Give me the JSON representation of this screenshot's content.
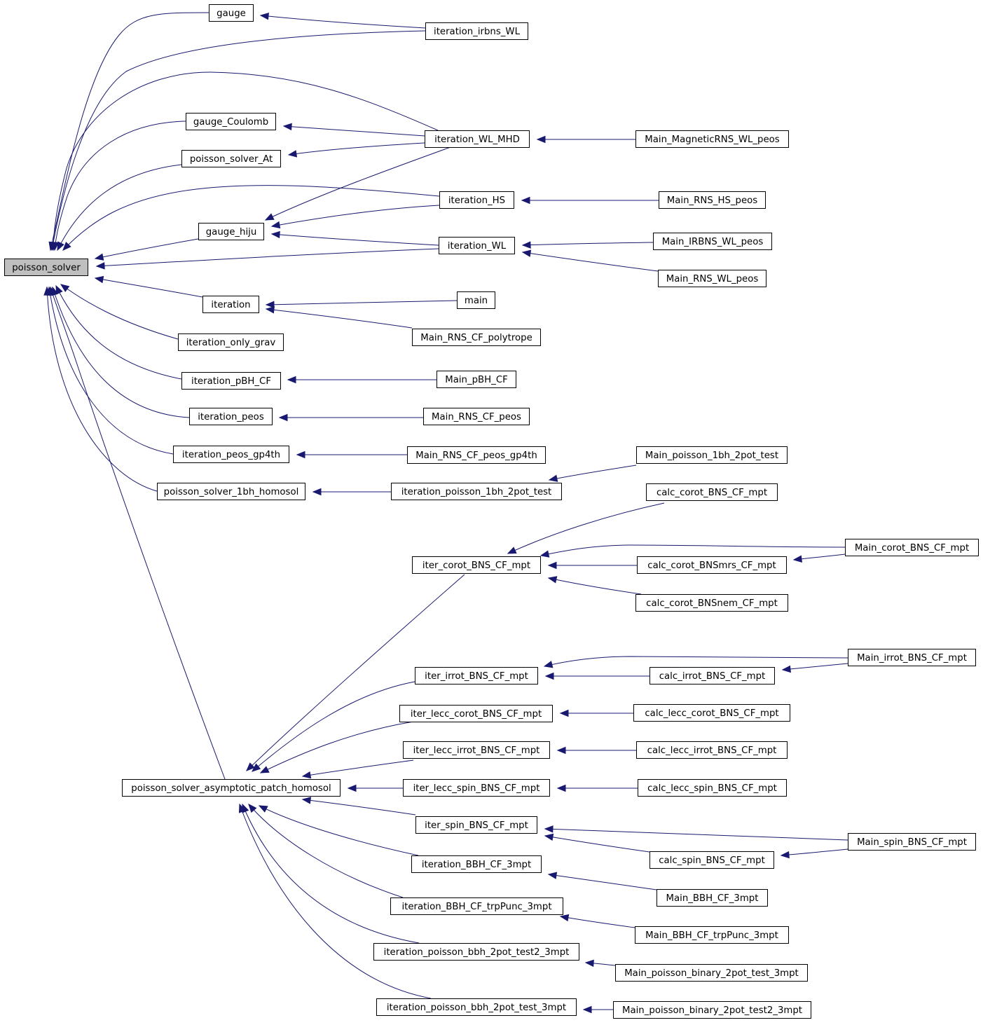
{
  "colors": {
    "edge": "#191970",
    "root_fill": "#bfbfbf",
    "node_fill": "#ffffff",
    "node_stroke": "#000000"
  },
  "nodes": [
    {
      "id": "poisson_solver",
      "label": "poisson_solver",
      "root": true
    },
    {
      "id": "gauge",
      "label": "gauge"
    },
    {
      "id": "iteration_irbns_WL",
      "label": "iteration_irbns_WL"
    },
    {
      "id": "gauge_Coulomb",
      "label": "gauge_Coulomb"
    },
    {
      "id": "iteration_WL_MHD",
      "label": "iteration_WL_MHD"
    },
    {
      "id": "Main_MagneticRNS_WL_peos",
      "label": "Main_MagneticRNS_WL_peos"
    },
    {
      "id": "poisson_solver_At",
      "label": "poisson_solver_At"
    },
    {
      "id": "iteration_HS",
      "label": "iteration_HS"
    },
    {
      "id": "Main_RNS_HS_peos",
      "label": "Main_RNS_HS_peos"
    },
    {
      "id": "gauge_hiju",
      "label": "gauge_hiju"
    },
    {
      "id": "iteration_WL",
      "label": "iteration_WL"
    },
    {
      "id": "Main_IRBNS_WL_peos",
      "label": "Main_IRBNS_WL_peos"
    },
    {
      "id": "Main_RNS_WL_peos",
      "label": "Main_RNS_WL_peos"
    },
    {
      "id": "iteration",
      "label": "iteration"
    },
    {
      "id": "main",
      "label": "main"
    },
    {
      "id": "Main_RNS_CF_polytrope",
      "label": "Main_RNS_CF_polytrope"
    },
    {
      "id": "iteration_only_grav",
      "label": "iteration_only_grav"
    },
    {
      "id": "iteration_pBH_CF",
      "label": "iteration_pBH_CF"
    },
    {
      "id": "Main_pBH_CF",
      "label": "Main_pBH_CF"
    },
    {
      "id": "iteration_peos",
      "label": "iteration_peos"
    },
    {
      "id": "Main_RNS_CF_peos",
      "label": "Main_RNS_CF_peos"
    },
    {
      "id": "iteration_peos_gp4th",
      "label": "iteration_peos_gp4th"
    },
    {
      "id": "Main_RNS_CF_peos_gp4th",
      "label": "Main_RNS_CF_peos_gp4th"
    },
    {
      "id": "Main_poisson_1bh_2pot_test",
      "label": "Main_poisson_1bh_2pot_test"
    },
    {
      "id": "poisson_solver_1bh_homosol",
      "label": "poisson_solver_1bh_homosol"
    },
    {
      "id": "iteration_poisson_1bh_2pot_test",
      "label": "iteration_poisson_1bh_2pot_test"
    },
    {
      "id": "calc_corot_BNS_CF_mpt",
      "label": "calc_corot_BNS_CF_mpt"
    },
    {
      "id": "Main_corot_BNS_CF_mpt",
      "label": "Main_corot_BNS_CF_mpt"
    },
    {
      "id": "iter_corot_BNS_CF_mpt",
      "label": "iter_corot_BNS_CF_mpt"
    },
    {
      "id": "calc_corot_BNSmrs_CF_mpt",
      "label": "calc_corot_BNSmrs_CF_mpt"
    },
    {
      "id": "calc_corot_BNSnem_CF_mpt",
      "label": "calc_corot_BNSnem_CF_mpt"
    },
    {
      "id": "Main_irrot_BNS_CF_mpt",
      "label": "Main_irrot_BNS_CF_mpt"
    },
    {
      "id": "iter_irrot_BNS_CF_mpt",
      "label": "iter_irrot_BNS_CF_mpt"
    },
    {
      "id": "calc_irrot_BNS_CF_mpt",
      "label": "calc_irrot_BNS_CF_mpt"
    },
    {
      "id": "iter_lecc_corot_BNS_CF_mpt",
      "label": "iter_lecc_corot_BNS_CF_mpt"
    },
    {
      "id": "calc_lecc_corot_BNS_CF_mpt",
      "label": "calc_lecc_corot_BNS_CF_mpt"
    },
    {
      "id": "iter_lecc_irrot_BNS_CF_mpt",
      "label": "iter_lecc_irrot_BNS_CF_mpt"
    },
    {
      "id": "calc_lecc_irrot_BNS_CF_mpt",
      "label": "calc_lecc_irrot_BNS_CF_mpt"
    },
    {
      "id": "poisson_solver_asymptotic_patch_homosol",
      "label": "poisson_solver_asymptotic_patch_homosol"
    },
    {
      "id": "iter_lecc_spin_BNS_CF_mpt",
      "label": "iter_lecc_spin_BNS_CF_mpt"
    },
    {
      "id": "calc_lecc_spin_BNS_CF_mpt",
      "label": "calc_lecc_spin_BNS_CF_mpt"
    },
    {
      "id": "iter_spin_BNS_CF_mpt",
      "label": "iter_spin_BNS_CF_mpt"
    },
    {
      "id": "Main_spin_BNS_CF_mpt",
      "label": "Main_spin_BNS_CF_mpt"
    },
    {
      "id": "calc_spin_BNS_CF_mpt",
      "label": "calc_spin_BNS_CF_mpt"
    },
    {
      "id": "iteration_BBH_CF_3mpt",
      "label": "iteration_BBH_CF_3mpt"
    },
    {
      "id": "Main_BBH_CF_3mpt",
      "label": "Main_BBH_CF_3mpt"
    },
    {
      "id": "iteration_BBH_CF_trpPunc_3mpt",
      "label": "iteration_BBH_CF_trpPunc_3mpt"
    },
    {
      "id": "Main_BBH_CF_trpPunc_3mpt",
      "label": "Main_BBH_CF_trpPunc_3mpt"
    },
    {
      "id": "iteration_poisson_bbh_2pot_test2_3mpt",
      "label": "iteration_poisson_bbh_2pot_test2_3mpt"
    },
    {
      "id": "Main_poisson_binary_2pot_test_3mpt",
      "label": "Main_poisson_binary_2pot_test_3mpt"
    },
    {
      "id": "iteration_poisson_bbh_2pot_test_3mpt",
      "label": "iteration_poisson_bbh_2pot_test_3mpt"
    },
    {
      "id": "Main_poisson_binary_2pot_test2_3mpt",
      "label": "Main_poisson_binary_2pot_test2_3mpt"
    }
  ],
  "edges": [
    {
      "from": "gauge",
      "to": "poisson_solver"
    },
    {
      "from": "iteration_irbns_WL",
      "to": "poisson_solver"
    },
    {
      "from": "iteration_irbns_WL",
      "to": "gauge"
    },
    {
      "from": "iteration_WL_MHD",
      "to": "poisson_solver"
    },
    {
      "from": "gauge_Coulomb",
      "to": "poisson_solver"
    },
    {
      "from": "iteration_WL_MHD",
      "to": "gauge_Coulomb"
    },
    {
      "from": "poisson_solver_At",
      "to": "poisson_solver"
    },
    {
      "from": "iteration_WL_MHD",
      "to": "poisson_solver_At"
    },
    {
      "from": "iteration_WL_MHD",
      "to": "gauge_hiju"
    },
    {
      "from": "Main_MagneticRNS_WL_peos",
      "to": "iteration_WL_MHD"
    },
    {
      "from": "iteration_HS",
      "to": "poisson_solver"
    },
    {
      "from": "iteration_HS",
      "to": "gauge_hiju"
    },
    {
      "from": "Main_RNS_HS_peos",
      "to": "iteration_HS"
    },
    {
      "from": "gauge_hiju",
      "to": "poisson_solver"
    },
    {
      "from": "iteration_WL",
      "to": "gauge_hiju"
    },
    {
      "from": "iteration_WL",
      "to": "poisson_solver"
    },
    {
      "from": "Main_IRBNS_WL_peos",
      "to": "iteration_WL"
    },
    {
      "from": "Main_RNS_WL_peos",
      "to": "iteration_WL"
    },
    {
      "from": "iteration",
      "to": "poisson_solver"
    },
    {
      "from": "main",
      "to": "iteration"
    },
    {
      "from": "Main_RNS_CF_polytrope",
      "to": "iteration"
    },
    {
      "from": "iteration_only_grav",
      "to": "poisson_solver"
    },
    {
      "from": "iteration_pBH_CF",
      "to": "poisson_solver"
    },
    {
      "from": "Main_pBH_CF",
      "to": "iteration_pBH_CF"
    },
    {
      "from": "iteration_peos",
      "to": "poisson_solver"
    },
    {
      "from": "Main_RNS_CF_peos",
      "to": "iteration_peos"
    },
    {
      "from": "iteration_peos_gp4th",
      "to": "poisson_solver"
    },
    {
      "from": "Main_RNS_CF_peos_gp4th",
      "to": "iteration_peos_gp4th"
    },
    {
      "from": "poisson_solver_1bh_homosol",
      "to": "poisson_solver"
    },
    {
      "from": "iteration_poisson_1bh_2pot_test",
      "to": "poisson_solver_1bh_homosol"
    },
    {
      "from": "Main_poisson_1bh_2pot_test",
      "to": "iteration_poisson_1bh_2pot_test"
    },
    {
      "from": "poisson_solver_asymptotic_patch_homosol",
      "to": "poisson_solver"
    },
    {
      "from": "iter_corot_BNS_CF_mpt",
      "to": "poisson_solver_asymptotic_patch_homosol"
    },
    {
      "from": "calc_corot_BNS_CF_mpt",
      "to": "iter_corot_BNS_CF_mpt"
    },
    {
      "from": "Main_corot_BNS_CF_mpt",
      "to": "iter_corot_BNS_CF_mpt"
    },
    {
      "from": "calc_corot_BNSmrs_CF_mpt",
      "to": "iter_corot_BNS_CF_mpt"
    },
    {
      "from": "calc_corot_BNSnem_CF_mpt",
      "to": "iter_corot_BNS_CF_mpt"
    },
    {
      "from": "Main_corot_BNS_CF_mpt",
      "to": "calc_corot_BNSmrs_CF_mpt"
    },
    {
      "from": "iter_irrot_BNS_CF_mpt",
      "to": "poisson_solver_asymptotic_patch_homosol"
    },
    {
      "from": "Main_irrot_BNS_CF_mpt",
      "to": "iter_irrot_BNS_CF_mpt"
    },
    {
      "from": "calc_irrot_BNS_CF_mpt",
      "to": "iter_irrot_BNS_CF_mpt"
    },
    {
      "from": "Main_irrot_BNS_CF_mpt",
      "to": "calc_irrot_BNS_CF_mpt"
    },
    {
      "from": "iter_lecc_corot_BNS_CF_mpt",
      "to": "poisson_solver_asymptotic_patch_homosol"
    },
    {
      "from": "calc_lecc_corot_BNS_CF_mpt",
      "to": "iter_lecc_corot_BNS_CF_mpt"
    },
    {
      "from": "iter_lecc_irrot_BNS_CF_mpt",
      "to": "poisson_solver_asymptotic_patch_homosol"
    },
    {
      "from": "calc_lecc_irrot_BNS_CF_mpt",
      "to": "iter_lecc_irrot_BNS_CF_mpt"
    },
    {
      "from": "iter_lecc_spin_BNS_CF_mpt",
      "to": "poisson_solver_asymptotic_patch_homosol"
    },
    {
      "from": "calc_lecc_spin_BNS_CF_mpt",
      "to": "iter_lecc_spin_BNS_CF_mpt"
    },
    {
      "from": "iter_spin_BNS_CF_mpt",
      "to": "poisson_solver_asymptotic_patch_homosol"
    },
    {
      "from": "Main_spin_BNS_CF_mpt",
      "to": "iter_spin_BNS_CF_mpt"
    },
    {
      "from": "calc_spin_BNS_CF_mpt",
      "to": "iter_spin_BNS_CF_mpt"
    },
    {
      "from": "Main_spin_BNS_CF_mpt",
      "to": "calc_spin_BNS_CF_mpt"
    },
    {
      "from": "iteration_BBH_CF_3mpt",
      "to": "poisson_solver_asymptotic_patch_homosol"
    },
    {
      "from": "Main_BBH_CF_3mpt",
      "to": "iteration_BBH_CF_3mpt"
    },
    {
      "from": "iteration_BBH_CF_trpPunc_3mpt",
      "to": "poisson_solver_asymptotic_patch_homosol"
    },
    {
      "from": "Main_BBH_CF_trpPunc_3mpt",
      "to": "iteration_BBH_CF_trpPunc_3mpt"
    },
    {
      "from": "iteration_poisson_bbh_2pot_test2_3mpt",
      "to": "poisson_solver_asymptotic_patch_homosol"
    },
    {
      "from": "Main_poisson_binary_2pot_test_3mpt",
      "to": "iteration_poisson_bbh_2pot_test2_3mpt"
    },
    {
      "from": "iteration_poisson_bbh_2pot_test_3mpt",
      "to": "poisson_solver_asymptotic_patch_homosol"
    },
    {
      "from": "Main_poisson_binary_2pot_test2_3mpt",
      "to": "iteration_poisson_bbh_2pot_test_3mpt"
    }
  ]
}
